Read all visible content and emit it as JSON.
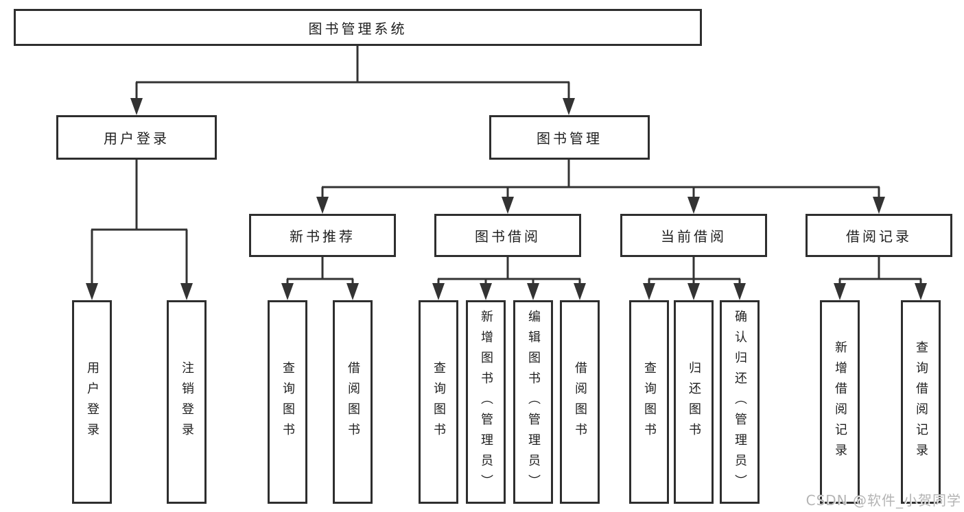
{
  "colors": {
    "line": "#333333",
    "border": "#2e2e2e",
    "text": "#1f1f1f",
    "watermark": "#b4b4b4",
    "background": "#ffffff"
  },
  "tree": {
    "root": "图书管理系统",
    "branches": [
      {
        "label": "用户登录",
        "children": [
          "用户登录",
          "注销登录"
        ]
      },
      {
        "label": "图书管理",
        "groups": [
          {
            "label": "新书推荐",
            "children": [
              "查询图书",
              "借阅图书"
            ]
          },
          {
            "label": "图书借阅",
            "children": [
              "查询图书",
              "新增图书（管理员）",
              "编辑图书（管理员）",
              "借阅图书"
            ]
          },
          {
            "label": "当前借阅",
            "children": [
              "查询图书",
              "归还图书",
              "确认归还（管理员）"
            ]
          },
          {
            "label": "借阅记录",
            "children": [
              "新增借阅记录",
              "查询借阅记录"
            ]
          }
        ]
      }
    ]
  },
  "watermark": {
    "text": "CSDN @软件_小贺同学"
  }
}
